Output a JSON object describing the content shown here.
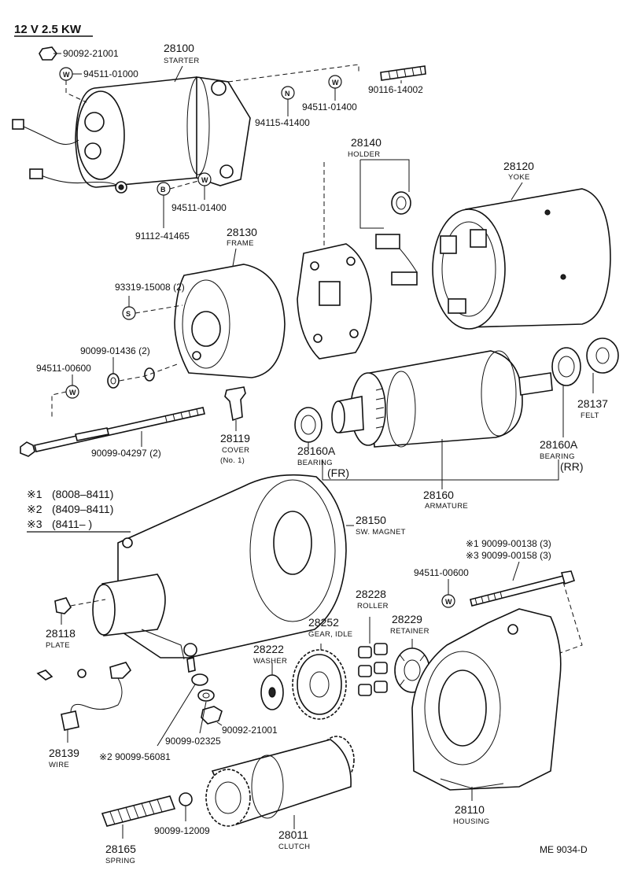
{
  "title": "12 V 2.5 KW",
  "footer": "ME  9034-D",
  "legend": [
    {
      "mark": "※1",
      "range": "(8008–8411)"
    },
    {
      "mark": "※2",
      "range": "(8409–8411)"
    },
    {
      "mark": "※3",
      "range": "(8411–         )"
    }
  ],
  "symbols": {
    "w": "W",
    "n": "N",
    "b": "B",
    "s": "S"
  },
  "parts": {
    "p90092_top": "90092-21001",
    "p94511_01000": "94511-01000",
    "p28100_num": "28100",
    "p28100_name": "STARTER",
    "p94115": "94115-41400",
    "p94511_01400a": "94511-01400",
    "p90116": "90116-14002",
    "p94511_01400b": "94511-01400",
    "p91112": "91112-41465",
    "p28140_num": "28140",
    "p28140_name": "HOLDER",
    "p28120_num": "28120",
    "p28120_name": "YOKE",
    "p28130_num": "28130",
    "p28130_name": "FRAME",
    "p93319": "93319-15008 (2)",
    "p90099_01436": "90099-01436 (2)",
    "p94511_00600a": "94511-00600",
    "p90099_04297": "90099-04297 (2)",
    "p28119_num": "28119",
    "p28119_name": "COVER",
    "p28119_sub": "(No. 1)",
    "p28160A_fr_num": "28160A",
    "p28160A_fr_name": "BEARING",
    "p28160A_fr_sub": "(FR)",
    "p28160A_rr_num": "28160A",
    "p28160A_rr_name": "BEARING",
    "p28160A_rr_sub": "(RR)",
    "p28137_num": "28137",
    "p28137_name": "FELT",
    "p28160_num": "28160",
    "p28160_name": "ARMATURE",
    "p28150_num": "28150",
    "p28150_name": "SW. MAGNET",
    "p90099_00138": "※1 90099-00138 (3)",
    "p90099_00158": "※3 90099-00158 (3)",
    "p94511_00600b": "94511-00600",
    "p28118_num": "28118",
    "p28118_name": "PLATE",
    "p28228_num": "28228",
    "p28228_name": "ROLLER",
    "p28229_num": "28229",
    "p28229_name": "RETAINER",
    "p28252_num": "28252",
    "p28252_name": "GEAR, IDLE",
    "p28222_num": "28222",
    "p28222_name": "WASHER",
    "p90092_bot": "90092-21001",
    "p90099_02325": "90099-02325",
    "p28139_num": "28139",
    "p28139_name": "WIRE",
    "p90099_56081": "※2  90099-56081",
    "p28110_num": "28110",
    "p28110_name": "HOUSING",
    "p90099_12009": "90099-12009",
    "p28165_num": "28165",
    "p28165_name": "SPRING",
    "p28011_num": "28011",
    "p28011_name": "CLUTCH"
  }
}
